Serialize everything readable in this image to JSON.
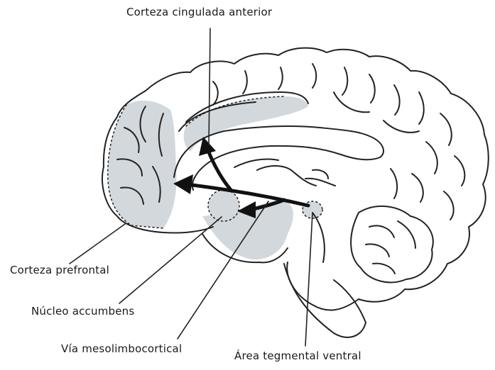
{
  "labels": {
    "anterior_cingulate": "Corteza cingulada anterior",
    "prefrontal_cortex": "Corteza prefrontal",
    "nucleus_accumbens": "Núcleo accumbens",
    "mesolimbocortical_pathway": "Vía mesolimbocortical",
    "ventral_tegmental_area": "Área tegmental ventral"
  },
  "colors": {
    "line": "#222222",
    "highlight": "#d3d8dd",
    "arrow": "#111111",
    "background": "#ffffff"
  }
}
